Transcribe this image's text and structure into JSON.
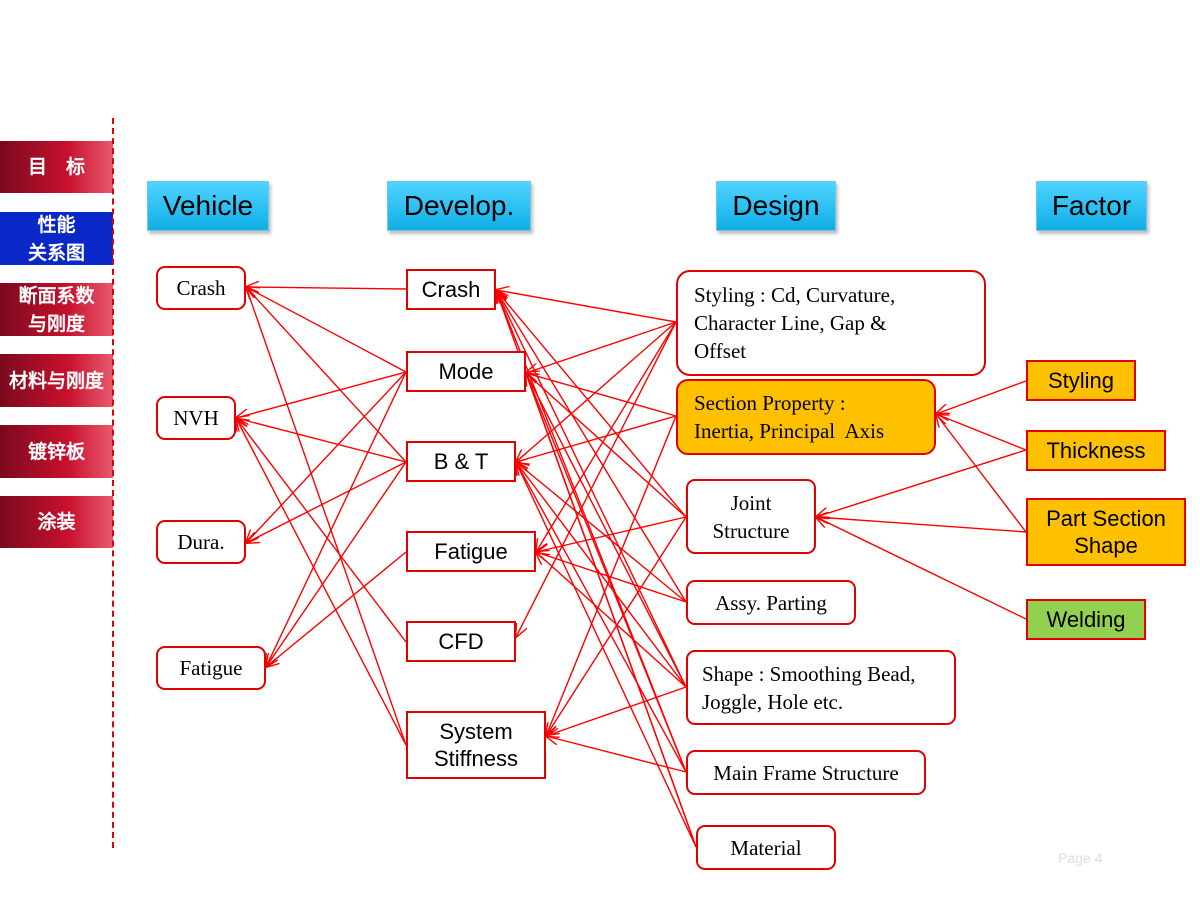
{
  "sidebar": {
    "items": [
      {
        "label": "目　标"
      },
      {
        "label": "性能\n关系图"
      },
      {
        "label": "断面系数\n与刚度"
      },
      {
        "label": "材料与刚度"
      },
      {
        "label": "镀锌板"
      },
      {
        "label": "涂装"
      }
    ]
  },
  "columns": {
    "vehicle": "Vehicle",
    "develop": "Develop.",
    "design": "Design",
    "factor": "Factor"
  },
  "vehicle_nodes": {
    "crash": "Crash",
    "nvh": "NVH",
    "dura": "Dura.",
    "fatigue": "Fatigue"
  },
  "develop_nodes": {
    "crash": "Crash",
    "mode": "Mode",
    "bt": "B & T",
    "fatigue": "Fatigue",
    "cfd": "CFD",
    "stiffness": "System\nStiffness"
  },
  "design_nodes": {
    "styling": "Styling : Cd, Curvature,\nCharacter Line, Gap &\nOffset",
    "section": "Section Property :\nInertia, Principal  Axis",
    "joint": "Joint\nStructure",
    "assy": "Assy. Parting",
    "shape": "Shape : Smoothing Bead,\nJoggle, Hole etc.",
    "frame": "Main Frame Structure",
    "material": "Material"
  },
  "factor_nodes": {
    "styling": "Styling",
    "thickness": "Thickness",
    "part_section": "Part Section\nShape",
    "welding": "Welding"
  },
  "colors": {
    "line": "#ff0000",
    "node_border": "#e00000",
    "highlight": "#ffc000",
    "welding": "#92d050",
    "header": "#10aee8",
    "sidebar": "#c8102e",
    "sidebar_active": "#0a27c8"
  },
  "page": "Page 4"
}
